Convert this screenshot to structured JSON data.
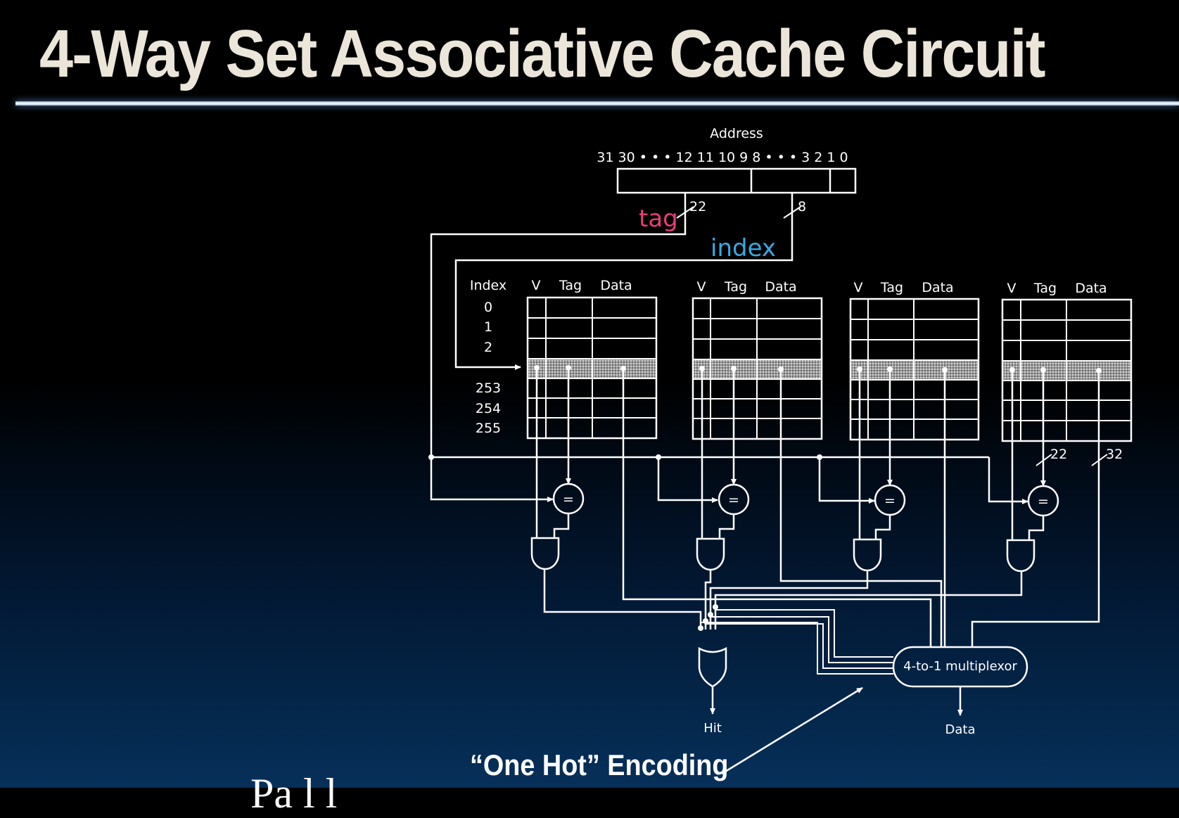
{
  "title": "4-Way Set Associative Cache Circuit",
  "address": {
    "label": "Address",
    "bits": "31 30 • • • 12 11 10 9 8 • • • 3 2 1 0",
    "tag_width": "22",
    "index_width": "8"
  },
  "field_labels": {
    "tag": "tag",
    "index": "index"
  },
  "way_headers": {
    "v": "V",
    "tag": "Tag",
    "data": "Data"
  },
  "index_column": {
    "header": "Index",
    "rows": [
      "0",
      "1",
      "2",
      "253",
      "254",
      "255"
    ]
  },
  "ways": 4,
  "comparator_symbol": "=",
  "bus_widths": {
    "tag": "22",
    "data": "32"
  },
  "mux_label": "4-to-1 multiplexor",
  "outputs": {
    "hit": "Hit",
    "data": "Data"
  },
  "annotation": "“One Hot” Encoding",
  "partial_text": "Pa l l",
  "colors": {
    "tag": "#e83d7a",
    "index": "#3aa8e0",
    "title": "#ece6da"
  }
}
